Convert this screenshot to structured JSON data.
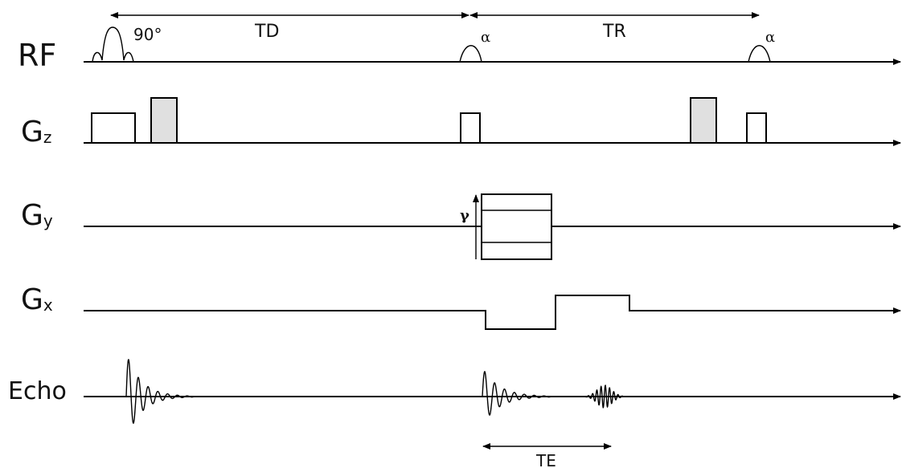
{
  "rows": {
    "rf": {
      "label": "RF"
    },
    "gz": {
      "label": "G",
      "sub": "z"
    },
    "gy": {
      "label": "G",
      "sub": "y"
    },
    "gx": {
      "label": "G",
      "sub": "x"
    },
    "echo": {
      "label": "Echo"
    }
  },
  "annotations": {
    "flip_90": "90°",
    "alpha_1": "α",
    "alpha_2": "α",
    "gamma": "γ",
    "td": "TD",
    "tr": "TR",
    "te": "TE"
  }
}
